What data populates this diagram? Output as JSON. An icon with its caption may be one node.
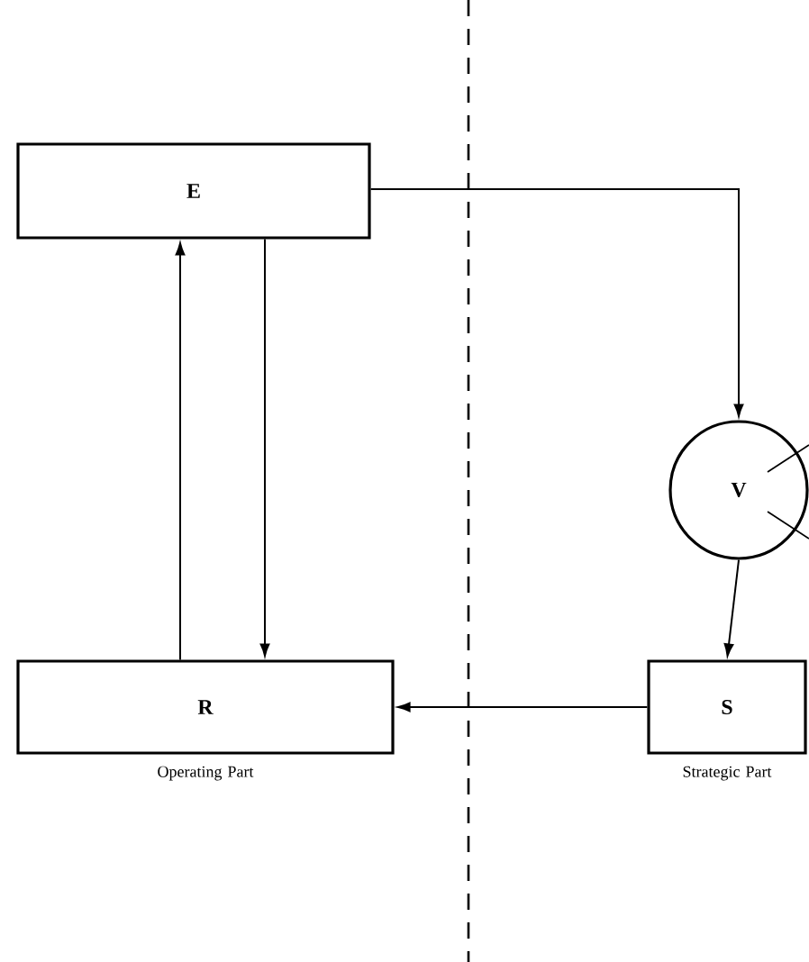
{
  "diagram": {
    "nodes": [
      {
        "text": [
          "E"
        ]
      },
      {
        "text": [
          "R"
        ],
        "beside": [
          "Operating Part"
        ]
      },
      {
        "text": [
          "V"
        ]
      },
      {
        "text": [
          "S"
        ],
        "beside": [
          "Strategic Part"
        ]
      }
    ],
    "edges": [
      {
        "from": 0,
        "to": 2,
        "arrow": "to"
      },
      {
        "from": 2,
        "to": 3,
        "arrow": "to"
      },
      {
        "from": 3,
        "to": 1,
        "arrow": "to"
      },
      {
        "from": 1,
        "to": 0,
        "arrow": "to"
      },
      {
        "from": 0,
        "to": 1,
        "arrow": "to"
      }
    ]
  }
}
